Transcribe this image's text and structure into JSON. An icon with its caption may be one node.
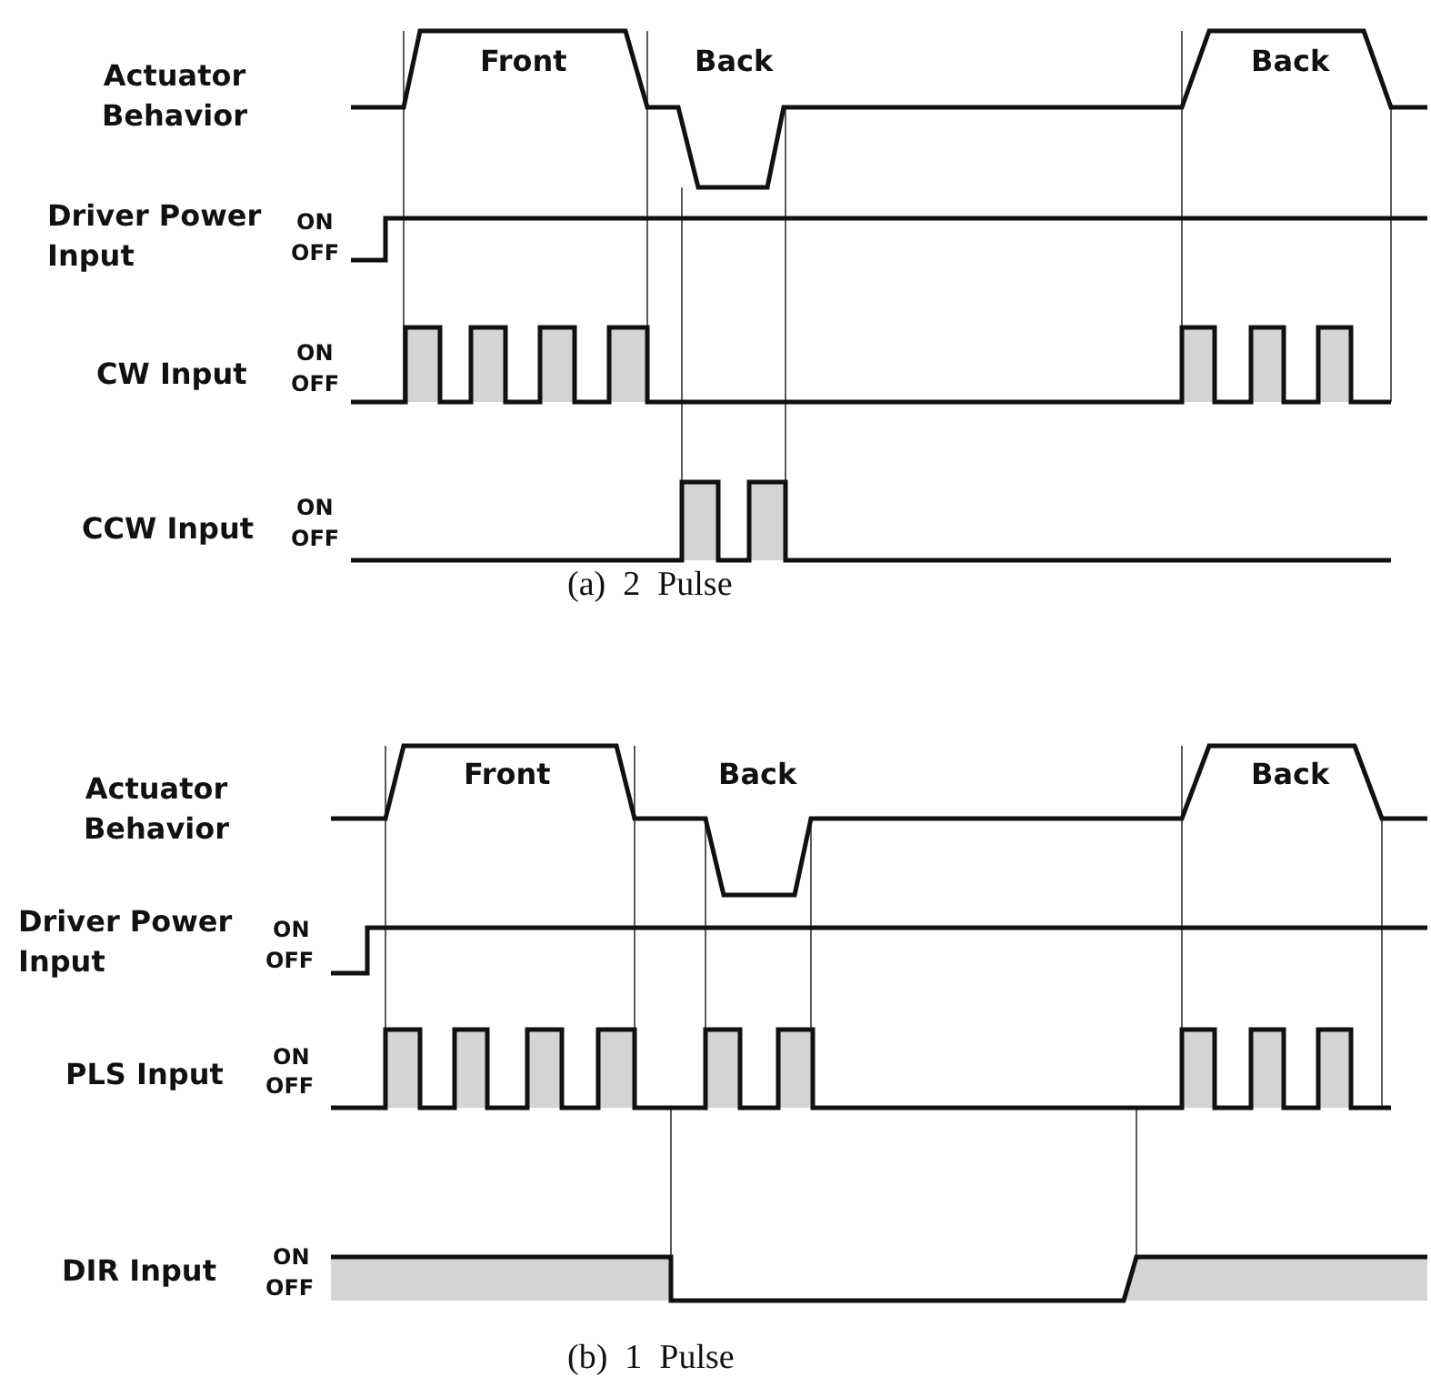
{
  "diagram": {
    "labels": [
      "Front",
      "Back",
      "Back",
      "Actuator Behavior",
      "Driver Power Input",
      "ON",
      "OFF",
      "CW Input",
      "ON",
      "OFF",
      "CCW Input",
      "ON",
      "OFF",
      "(a)  2  Pulse",
      "Front",
      "Back",
      "Back",
      "Actuator Behavior",
      "Driver Power Input",
      "ON",
      "OFF",
      "PLS Input",
      "ON",
      "OFF",
      "DIR Input",
      "ON",
      "OFF",
      "(b)  1  Pulse"
    ]
  }
}
